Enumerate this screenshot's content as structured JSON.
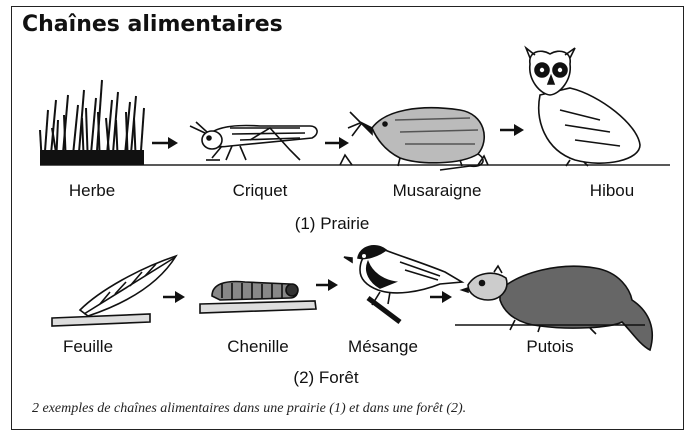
{
  "title": "Chaînes alimentaires",
  "chain1": {
    "caption": "(1) Prairie",
    "items": [
      {
        "label": "Herbe",
        "icon": "grass-icon"
      },
      {
        "label": "Criquet",
        "icon": "grasshopper-icon"
      },
      {
        "label": "Musaraigne",
        "icon": "shrew-icon"
      },
      {
        "label": "Hibou",
        "icon": "owl-icon"
      }
    ]
  },
  "chain2": {
    "caption": "(2) Forêt",
    "items": [
      {
        "label": "Feuille",
        "icon": "leaf-icon"
      },
      {
        "label": "Chenille",
        "icon": "caterpillar-icon"
      },
      {
        "label": "Mésange",
        "icon": "tit-bird-icon"
      },
      {
        "label": "Putois",
        "icon": "polecat-icon"
      }
    ]
  },
  "footer_caption": "2 exemples de chaînes alimentaires dans une prairie (1) et dans une forêt (2)."
}
